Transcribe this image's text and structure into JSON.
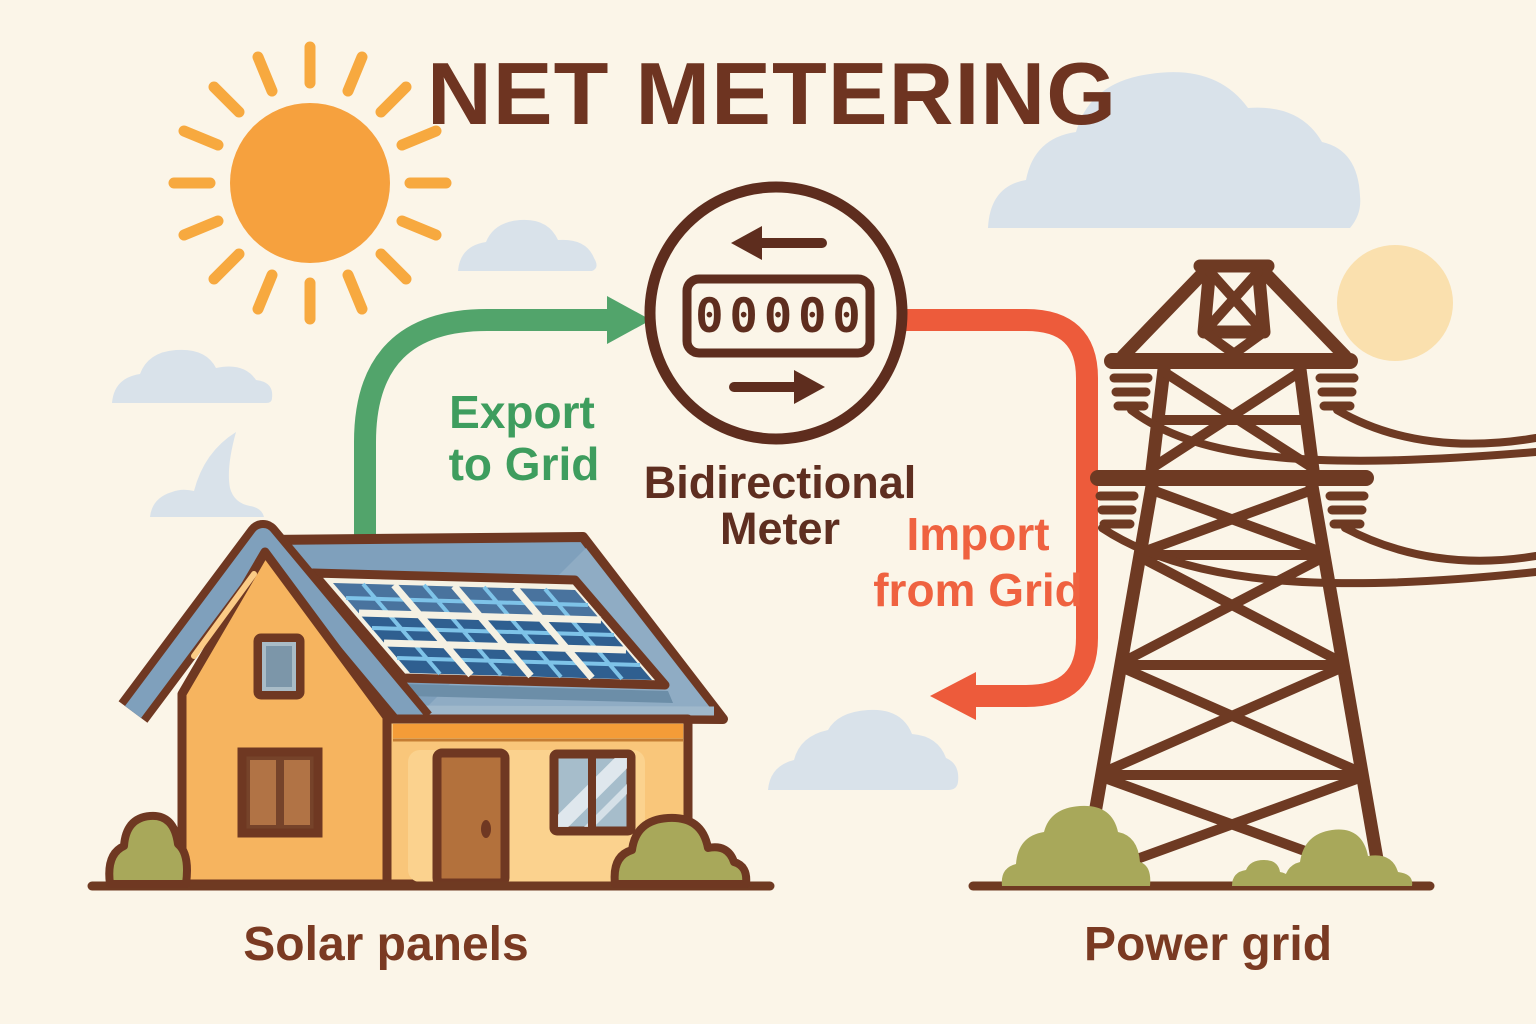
{
  "title": "NET METERING",
  "meter": {
    "reading": "00000",
    "label_line1": "Bidirectional",
    "label_line2": "Meter"
  },
  "flows": {
    "export": {
      "line1": "Export",
      "line2": "to Grid",
      "color": "#3E9D5E"
    },
    "import": {
      "line1": "Import",
      "line2": "from Grid",
      "color": "#EF6240"
    }
  },
  "captions": {
    "house": "Solar panels",
    "tower": "Power grid"
  },
  "icons": {
    "sun": "sun-icon",
    "meter": "bidirectional-meter-icon",
    "meter_arrows": [
      "left-arrow-icon",
      "right-arrow-icon"
    ],
    "house": "house-with-solar-panels",
    "tower": "transmission-tower-icon",
    "clouds": "cloud",
    "bushes": "bush"
  },
  "colors": {
    "background": "#FBF5E8",
    "outline_brown": "#6F3822",
    "title_brown": "#6E3421",
    "export_green": "#3E9D5E",
    "arrow_green": "#52A46B",
    "import_orange": "#EF6240",
    "arrow_orange": "#ED5B3B",
    "sun_orange": "#F6A13E",
    "pale_sun": "#FAE0AE",
    "roof_blue": "#7FA0BC",
    "wall_orange": "#F9C67A",
    "gable_orange": "#F6B45F",
    "panel_blue": "#2F5F90",
    "panel_grid_blue": "#7EC3E8",
    "bush_olive": "#A8A85A",
    "cloud_blue": "#D9E2EA",
    "meter_brown": "#5E2D1E"
  }
}
